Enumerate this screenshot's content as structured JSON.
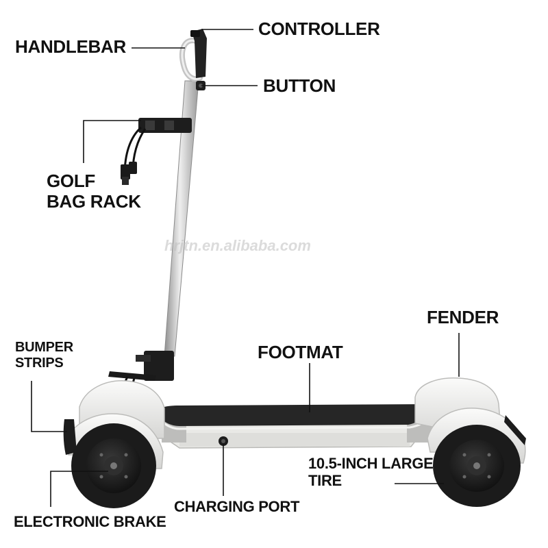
{
  "labels": {
    "controller": "CONTROLLER",
    "handlebar": "HANDLEBAR",
    "button": "BUTTON",
    "golf_bag_rack_line1": "GOLF",
    "golf_bag_rack_line2": "BAG RACK",
    "fender": "FENDER",
    "footmat": "FOOTMAT",
    "bumper_strips_line1": "BUMPER",
    "bumper_strips_line2": "STRIPS",
    "tire_line1": "10.5-INCH LARGE",
    "tire_line2": "TIRE",
    "charging_port": "CHARGING PORT",
    "electronic_brake": "ELECTRONIC BRAKE"
  },
  "watermark": "hrjtn.en.alibaba.com",
  "colors": {
    "body_white": "#f1f1ef",
    "deck_black": "#2a2a2a",
    "tire_black": "#1c1c1c",
    "pole_silver": "#c9c9c9",
    "leader_line": "#111111"
  }
}
